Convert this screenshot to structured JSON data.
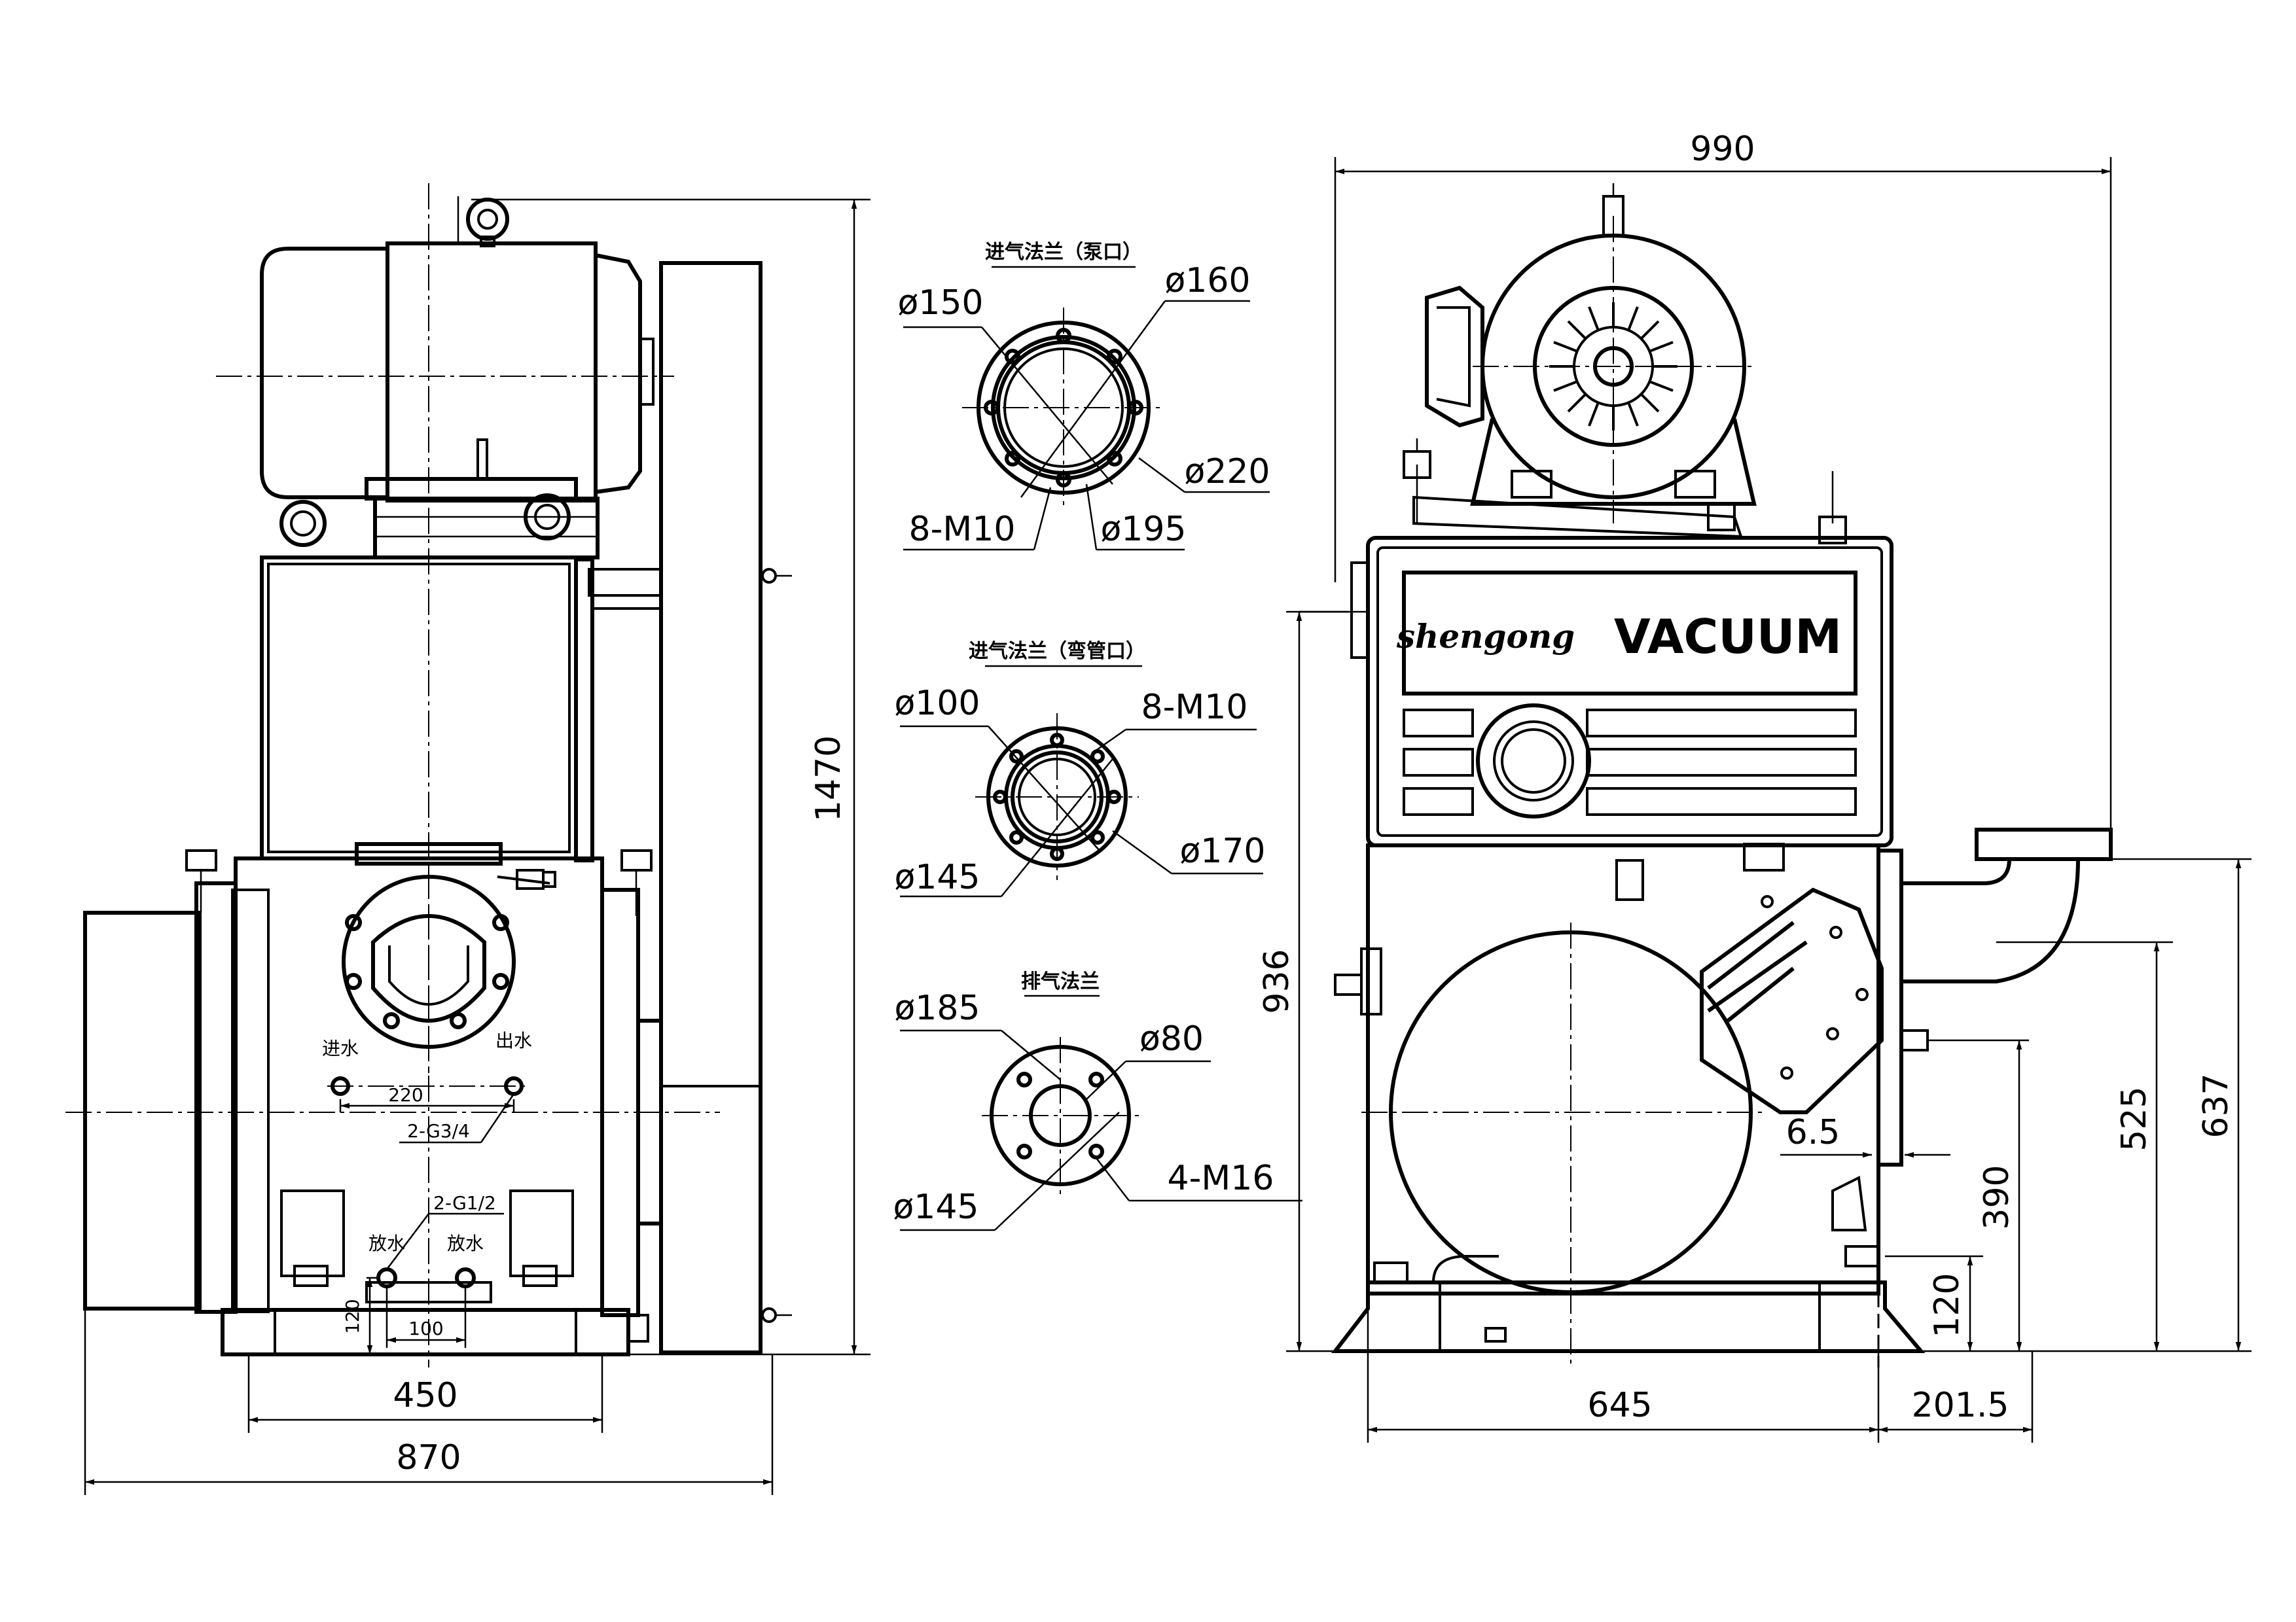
{
  "front_view": {
    "dims": {
      "height_total": "1470",
      "width_base": "450",
      "width_total": "870"
    },
    "labels": {
      "water_in": "进水",
      "water_out": "出水",
      "drain_left": "放水",
      "drain_right": "放水",
      "spacing_220": "220",
      "port_2g34": "2-G3/4",
      "port_2g12": "2-G1/2",
      "spacing_100": "100",
      "height_120": "120"
    }
  },
  "flanges": [
    {
      "title": "进气法兰（泵口）",
      "labels": [
        "ø150",
        "ø160",
        "ø220",
        "8-M10",
        "ø195"
      ]
    },
    {
      "title": "进气法兰（弯管口）",
      "labels": [
        "ø100",
        "8-M10",
        "ø145",
        "ø170"
      ]
    },
    {
      "title": "排气法兰",
      "labels": [
        "ø185",
        "ø80",
        "ø145",
        "4-M16"
      ]
    }
  ],
  "side_view": {
    "brand_left": "shengong",
    "brand_right": "VACUUM",
    "dims": {
      "width_total": "990",
      "height_936": "936",
      "base_645": "645",
      "offset_201_5": "201.5",
      "offset_6_5": "6.5",
      "h_390": "390",
      "h_525": "525",
      "h_637": "637",
      "h_120": "120"
    }
  }
}
